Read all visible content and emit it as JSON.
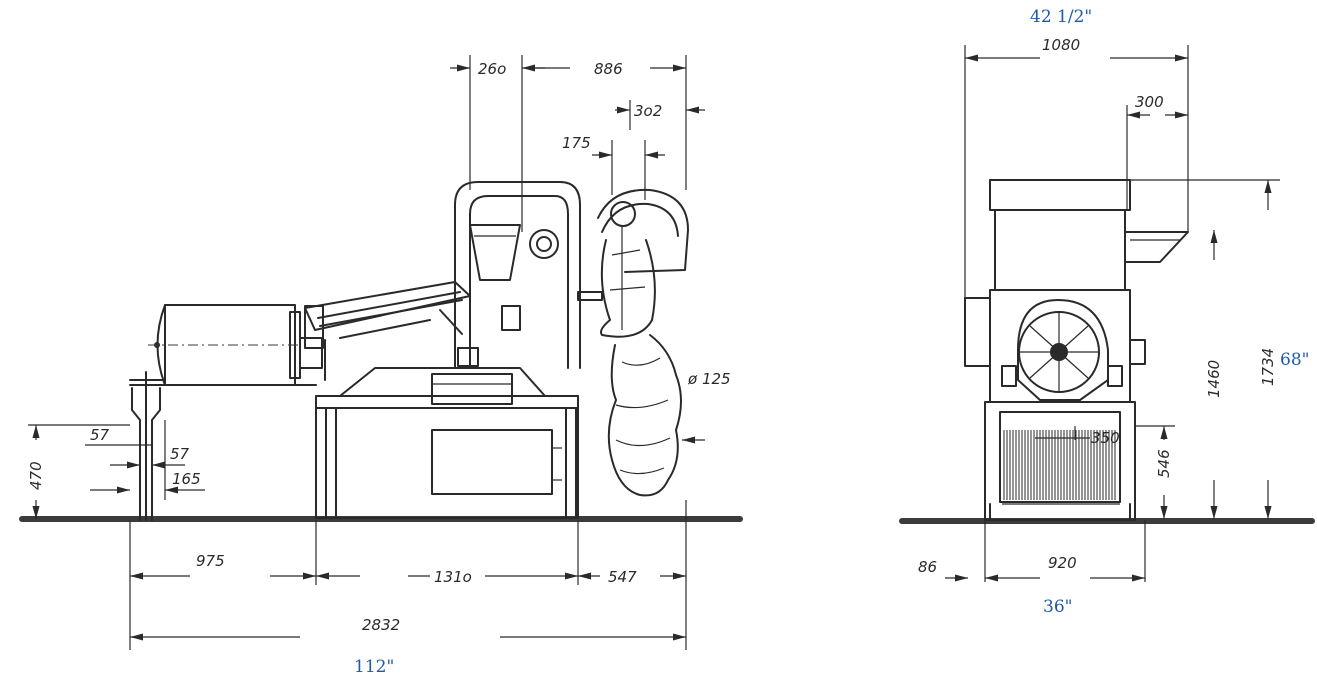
{
  "side_view": {
    "dims": {
      "d260": "26o",
      "d886": "886",
      "d302": "3o2",
      "d175": "175",
      "d125": "ø 125",
      "d57a": "57",
      "d57b": "57",
      "d165": "165",
      "d470": "470",
      "d975": "975",
      "d1310": "131o",
      "d547": "547",
      "d2832": "2832"
    },
    "inch_total": "112\""
  },
  "front_view": {
    "dims": {
      "d1080": "1080",
      "d300": "300",
      "d1734": "1734",
      "d1460": "1460",
      "d546": "546",
      "d350": "350",
      "d86": "86",
      "d920": "920"
    },
    "inch_width": "42 1/2\"",
    "inch_height": "68\"",
    "inch_base": "36\""
  },
  "colors": {
    "line": "#2a2a2a",
    "inch_labels": "#1f5aa6"
  }
}
